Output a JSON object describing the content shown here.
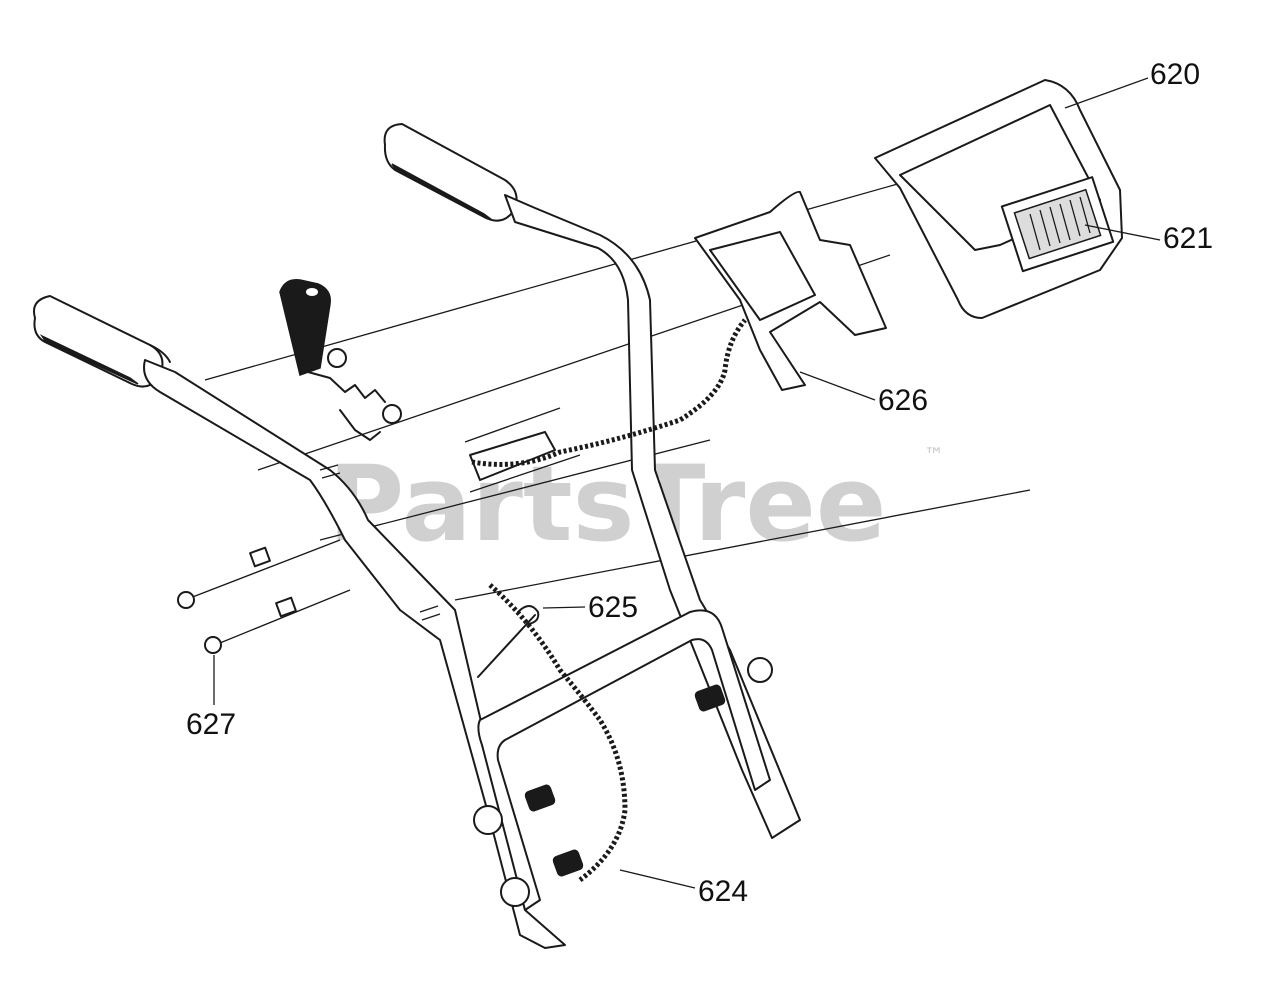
{
  "watermark": {
    "text": "PartsTree",
    "trademark": "™"
  },
  "callouts": [
    {
      "id": "620",
      "label": "620"
    },
    {
      "id": "621",
      "label": "621"
    },
    {
      "id": "626",
      "label": "626"
    },
    {
      "id": "625",
      "label": "625"
    },
    {
      "id": "627",
      "label": "627"
    },
    {
      "id": "624",
      "label": "624"
    }
  ],
  "colors": {
    "line": "#1a1a1a",
    "watermark": "#c8c8c8",
    "background": "#ffffff"
  }
}
